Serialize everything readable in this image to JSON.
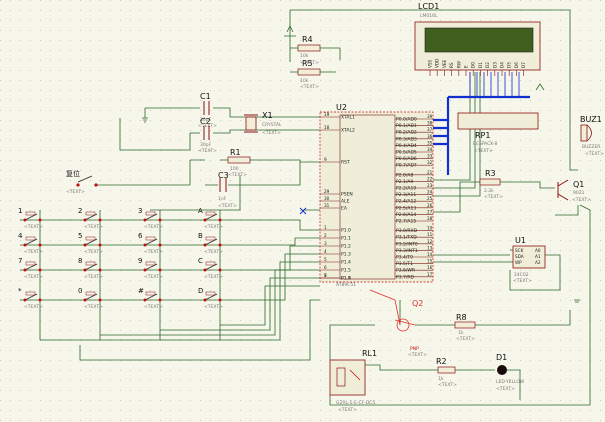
{
  "text_placeholder": "<TEXT>",
  "grid": {
    "spacing": 10,
    "dot_color": "#c8c8b8",
    "background": "#f6f6ea"
  },
  "colors": {
    "wire": "#2a6a2a",
    "component_outline": "#8a1010",
    "component_fill": "#f0eed8",
    "bus": "#1030d0",
    "pin_red": "#c01010",
    "lcd_screen": "#3f5f1f",
    "q2_wire": "#e03030"
  },
  "components": {
    "lcd": {
      "ref": "LCD1",
      "part": "LM016L",
      "pins": [
        "VSS",
        "VDD",
        "VEE",
        "RS",
        "RW",
        "E",
        "D0",
        "D1",
        "D2",
        "D3",
        "D4",
        "D5",
        "D6",
        "D7"
      ]
    },
    "r4": {
      "ref": "R4",
      "value": "10k"
    },
    "r5": {
      "ref": "R5",
      "value": "10k"
    },
    "c1": {
      "ref": "C1",
      "value": "30pF"
    },
    "c2": {
      "ref": "C2",
      "value": "30pF"
    },
    "x1": {
      "ref": "X1",
      "part": "CRYSTAL"
    },
    "r1": {
      "ref": "R1",
      "value": "100"
    },
    "c3": {
      "ref": "C3",
      "value": "1nF"
    },
    "reset": {
      "label": "复位"
    },
    "u2": {
      "ref": "U2",
      "part": "AT89C51",
      "left_pins": [
        {
          "n": "19",
          "name": "XTAL1"
        },
        {
          "n": "18",
          "name": "XTAL2"
        },
        {
          "n": "9",
          "name": "RST"
        },
        {
          "n": "29",
          "name": "PSEN"
        },
        {
          "n": "30",
          "name": "ALE"
        },
        {
          "n": "31",
          "name": "EA"
        },
        {
          "n": "1",
          "name": "P1.0"
        },
        {
          "n": "2",
          "name": "P1.1"
        },
        {
          "n": "3",
          "name": "P1.2"
        },
        {
          "n": "4",
          "name": "P1.3"
        },
        {
          "n": "5",
          "name": "P1.4"
        },
        {
          "n": "6",
          "name": "P1.5"
        },
        {
          "n": "7",
          "name": "P1.6"
        },
        {
          "n": "8",
          "name": "P1.7"
        }
      ],
      "right_pins": [
        {
          "n": "39",
          "name": "P0.0/AD0"
        },
        {
          "n": "38",
          "name": "P0.1/AD1"
        },
        {
          "n": "37",
          "name": "P0.2/AD2"
        },
        {
          "n": "36",
          "name": "P0.3/AD3"
        },
        {
          "n": "35",
          "name": "P0.4/AD4"
        },
        {
          "n": "34",
          "name": "P0.5/AD5"
        },
        {
          "n": "33",
          "name": "P0.6/AD6"
        },
        {
          "n": "32",
          "name": "P0.7/AD7"
        },
        {
          "n": "21",
          "name": "P2.0/A8"
        },
        {
          "n": "22",
          "name": "P2.1/A9"
        },
        {
          "n": "23",
          "name": "P2.2/A10"
        },
        {
          "n": "24",
          "name": "P2.3/A11"
        },
        {
          "n": "25",
          "name": "P2.4/A12"
        },
        {
          "n": "26",
          "name": "P2.5/A13"
        },
        {
          "n": "27",
          "name": "P2.6/A14"
        },
        {
          "n": "28",
          "name": "P2.7/A15"
        },
        {
          "n": "10",
          "name": "P3.0/RXD"
        },
        {
          "n": "11",
          "name": "P3.1/TXD"
        },
        {
          "n": "12",
          "name": "P3.2/INT0"
        },
        {
          "n": "13",
          "name": "P3.3/INT1"
        },
        {
          "n": "14",
          "name": "P3.4/T0"
        },
        {
          "n": "15",
          "name": "P3.5/T1"
        },
        {
          "n": "16",
          "name": "P3.6/WR"
        },
        {
          "n": "17",
          "name": "P3.7/RD"
        }
      ]
    },
    "rp1": {
      "ref": "RP1",
      "part": "RESPACK-8"
    },
    "r3": {
      "ref": "R3",
      "value": "2.2k"
    },
    "q1": {
      "ref": "Q1",
      "part": "9021"
    },
    "buz1": {
      "ref": "BUZ1",
      "part": "BUZZER"
    },
    "u1": {
      "ref": "U1",
      "part": "24C02",
      "pins": [
        "SCK",
        "SDA",
        "WP",
        "A0",
        "A1",
        "A2"
      ]
    },
    "q2": {
      "ref": "Q2",
      "part": "PNP"
    },
    "r8": {
      "ref": "R8",
      "value": "1k"
    },
    "rl1": {
      "ref": "RL1",
      "part": "G2RL-1-E-CF-DC5"
    },
    "r2": {
      "ref": "R2",
      "value": "1k"
    },
    "d1": {
      "ref": "D1",
      "part": "LED-YELLOW"
    },
    "keypad": [
      "1",
      "2",
      "3",
      "A",
      "4",
      "5",
      "6",
      "B",
      "7",
      "8",
      "9",
      "C",
      "*",
      "0",
      "#",
      "D"
    ]
  }
}
